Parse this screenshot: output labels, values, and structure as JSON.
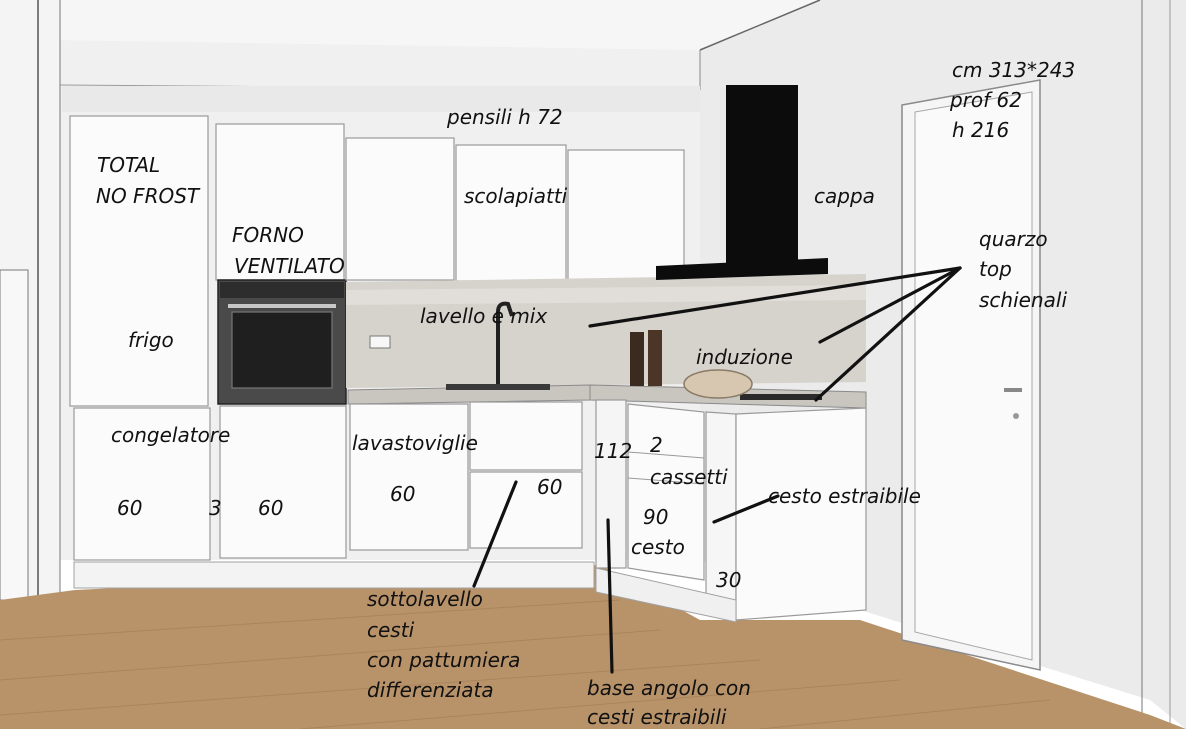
{
  "colors": {
    "wall": "#f1f1f1",
    "ceiling": "#f6f6f6",
    "cabinet": "#fbfbfb",
    "cabinet_edge": "#9a9a9a",
    "backsplash": "#d6d3cd",
    "floor": "#b8936a",
    "floor_dark": "#a47e57",
    "hood": "#0c0c0c",
    "annotation_line": "#111111"
  },
  "labels": {
    "dimensions_line1": "cm 313*243",
    "dimensions_line2": "prof 62",
    "dimensions_line3": "h 216",
    "wall_units": "pensili h 72",
    "fridge_line1": "TOTAL",
    "fridge_line2": "NO FROST",
    "oven_line1": "FORNO",
    "oven_line2": "VENTILATO",
    "dish_rack": "scolapiatti",
    "hood": "cappa",
    "quartz_line1": "quarzo",
    "quartz_line2": "top",
    "quartz_line3": "schienali",
    "sink": "lavello e mix",
    "fridge": "frigo",
    "induction": "induzione",
    "freezer": "congelatore",
    "dishwasher": "lavastoviglie",
    "corner_width": "112",
    "drawers_count": "2",
    "drawers": "cassetti",
    "pullout_basket": "cesto estraibile",
    "width_fridge": "60",
    "width_gap": "3",
    "width_freezer_col": "60",
    "width_dishwasher": "60",
    "width_sink": "60",
    "width_corner_basket": "90",
    "basket": "cesto",
    "width_end": "30",
    "undersink_line1": "sottolavello",
    "undersink_line2": "cesti",
    "undersink_line3": "con pattumiera",
    "undersink_line4": "differenziata",
    "corner_base_line1": "base angolo con",
    "corner_base_line2": "cesti estraibili"
  }
}
